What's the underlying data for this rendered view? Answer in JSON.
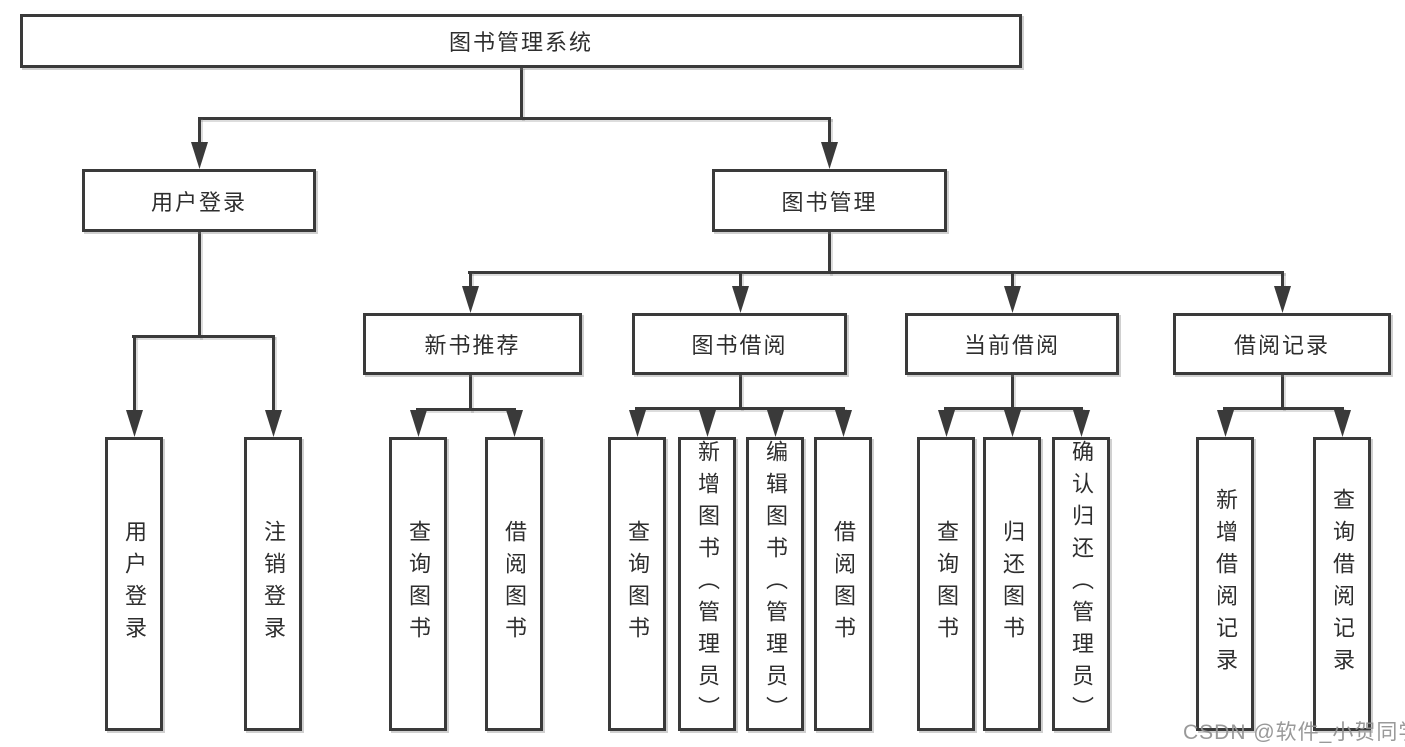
{
  "diagram": {
    "type": "hierarchy-tree",
    "colors": {
      "line": "#3a3a3a",
      "text": "#2e2e2e",
      "background": "#ffffff",
      "watermark": "#949494"
    },
    "structure": [
      {
        "parent": "图书管理系统",
        "children": [
          "用户登录",
          "图书管理"
        ]
      },
      {
        "parent": "用户登录",
        "children": [
          "用户登录",
          "注销登录"
        ]
      },
      {
        "parent": "图书管理",
        "children": [
          "新书推荐",
          "图书借阅",
          "当前借阅",
          "借阅记录"
        ]
      },
      {
        "parent": "新书推荐",
        "children": [
          "查询图书",
          "借阅图书"
        ]
      },
      {
        "parent": "图书借阅",
        "children": [
          "查询图书",
          "新增图书（管理员）",
          "编辑图书（管理员）",
          "借阅图书"
        ]
      },
      {
        "parent": "当前借阅",
        "children": [
          "查询图书",
          "归还图书",
          "确认归还（管理员）"
        ]
      },
      {
        "parent": "借阅记录",
        "children": [
          "新增借阅记录",
          "查询借阅记录"
        ]
      }
    ]
  },
  "nodes": {
    "root": {
      "label": "图书管理系统"
    },
    "user_login": {
      "label": "用户登录"
    },
    "book_mgmt": {
      "label": "图书管理"
    },
    "new_book": {
      "label": "新书推荐"
    },
    "book_borrow": {
      "label": "图书借阅"
    },
    "current_borrow": {
      "label": "当前借阅"
    },
    "borrow_record": {
      "label": "借阅记录"
    },
    "leaf_a1": {
      "label": "用户登录"
    },
    "leaf_a2": {
      "label": "注销登录"
    },
    "leaf_b1": {
      "label": "查询图书"
    },
    "leaf_b2": {
      "label": "借阅图书"
    },
    "leaf_c1": {
      "label": "查询图书"
    },
    "leaf_c2": {
      "label": "新增图书（管理员）"
    },
    "leaf_c3": {
      "label": "编辑图书（管理员）"
    },
    "leaf_c4": {
      "label": "借阅图书"
    },
    "leaf_d1": {
      "label": "查询图书"
    },
    "leaf_d2": {
      "label": "归还图书"
    },
    "leaf_d3": {
      "label": "确认归还（管理员）"
    },
    "leaf_e1": {
      "label": "新增借阅记录"
    },
    "leaf_e2": {
      "label": "查询借阅记录"
    }
  },
  "watermark": {
    "text": "CSDN @软件_小贺同学"
  }
}
